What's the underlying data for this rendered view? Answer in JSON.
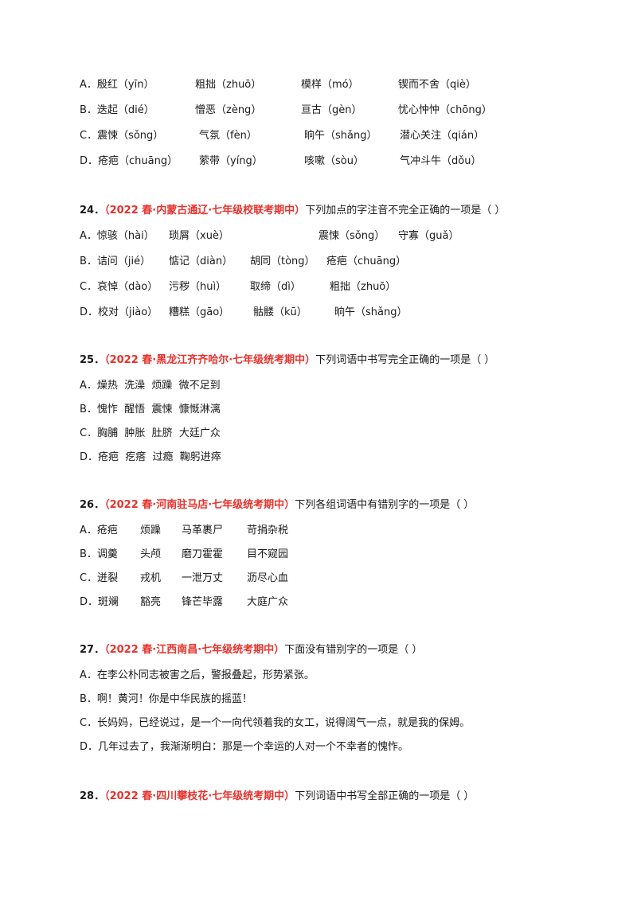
{
  "q23": {
    "opts": [
      [
        "A．殷红（yīn）",
        "粗拙（zhuō）",
        "模样（mó）",
        "锲而不舍（qiè）"
      ],
      [
        "B．迭起（dié）",
        "憎恶（zèng）",
        "亘古（gèn）",
        "忧心忡忡（chōng）"
      ],
      [
        "C．震悚（sǒng）",
        "气氛（fèn）",
        "晌午（shǎng）",
        "潜心关注（qián）"
      ],
      [
        "D．疮疤（chuāng）",
        "萦带（yíng）",
        "咳嗽（sòu）",
        "气冲斗牛（dǒu）"
      ]
    ]
  },
  "q24": {
    "num": "24．",
    "src": "（2022 春·内蒙古通辽·七年级校联考期中）",
    "text": "下列加点的字注音不完全正确的一项是（    ）",
    "opts": [
      [
        "A．惊骇（hài）",
        "琐屑（xuè）",
        "震悚（sǒng）",
        "守寡（guǎ）"
      ],
      [
        "B．诘问（jié）",
        "惦记（diàn）",
        "胡同（tòng）",
        "疮疤（chuāng）"
      ],
      [
        "C．哀悼（dào）",
        "污秽（huì）",
        "取缔（dì）",
        "粗拙（zhuō）"
      ],
      [
        "D．校对（jiào）",
        "糟糕（gāo）",
        "骷髅（kū）",
        "晌午（shǎng）"
      ]
    ]
  },
  "q25": {
    "num": "25．",
    "src": "（2022 春·黑龙江齐齐哈尔·七年级统考期中）",
    "text": "下列词语中书写完全正确的一项是（    ）",
    "opts": [
      "A．燥热  洗澡  烦躁  微不足到",
      "B．愧怍  醒悟  震悚  慷慨淋漓",
      "C．胸脯  肿胀  肚脐  大廷广众",
      "D．疮疤  疙瘩  过瘾  鞠躬进瘁"
    ]
  },
  "q26": {
    "num": "26．",
    "src": "（2022 春·河南驻马店·七年级统考期中）",
    "text": "下列各组词语中有错别字的一项是（    ）",
    "opts": [
      [
        "A．疮疤",
        "烦躁",
        "马革裹尸",
        "苛捐杂税"
      ],
      [
        "B．调羹",
        "头颅",
        "磨刀霍霍",
        "目不窥园"
      ],
      [
        "C．迸裂",
        "戎机",
        "一泄万丈",
        "沥尽心血"
      ],
      [
        "D．斑斓",
        "豁亮",
        "锋芒毕露",
        "大庭广众"
      ]
    ]
  },
  "q27": {
    "num": "27．",
    "src": "（2022 春·江西南昌·七年级统考期中）",
    "text": "下面没有错别字的一项是（    ）",
    "opts": [
      "A．在李公朴同志被害之后，警报叠起，形势紧张。",
      "B．啊！黄河！你是中华民族的摇蓝！",
      "C．长妈妈，已经说过，是一个一向代领着我的女工，说得阔气一点，就是我的保姆。",
      "D．几年过去了，我渐渐明白：那是一个幸运的人对一个不幸者的愧怍。"
    ]
  },
  "q28": {
    "num": "28．",
    "src": "（2022 春·四川攀枝花·七年级统考期中）",
    "text": "下列词语中书写全部正确的一项是（    ）"
  }
}
